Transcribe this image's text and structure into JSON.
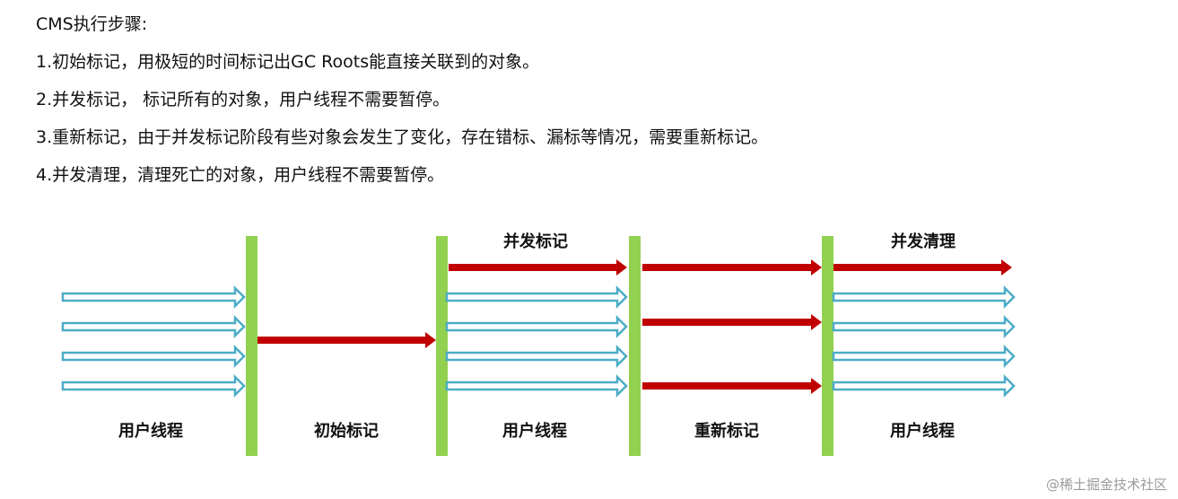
{
  "steps": {
    "title": "CMS执行步骤:",
    "items": [
      "1.初始标记，用极短的时间标记出GC Roots能直接关联到的对象。",
      "2.并发标记，  标记所有的对象，用户线程不需要暂停。",
      "3.重新标记，由于并发标记阶段有些对象会发生了变化，存在错标、漏标等情况，需要重新标记。",
      "4.并发清理，清理死亡的对象，用户线程不需要暂停。"
    ]
  },
  "diagram": {
    "colors": {
      "barrier": "#92d050",
      "user_thread_arrow": "#4bacc6",
      "gc_thread_arrow": "#c00000"
    },
    "top_labels": [
      "并发标记",
      "并发清理"
    ],
    "bottom_labels": [
      "用户线程",
      "初始标记",
      "用户线程",
      "重新标记",
      "用户线程"
    ]
  },
  "watermark": "@稀土掘金技术社区"
}
